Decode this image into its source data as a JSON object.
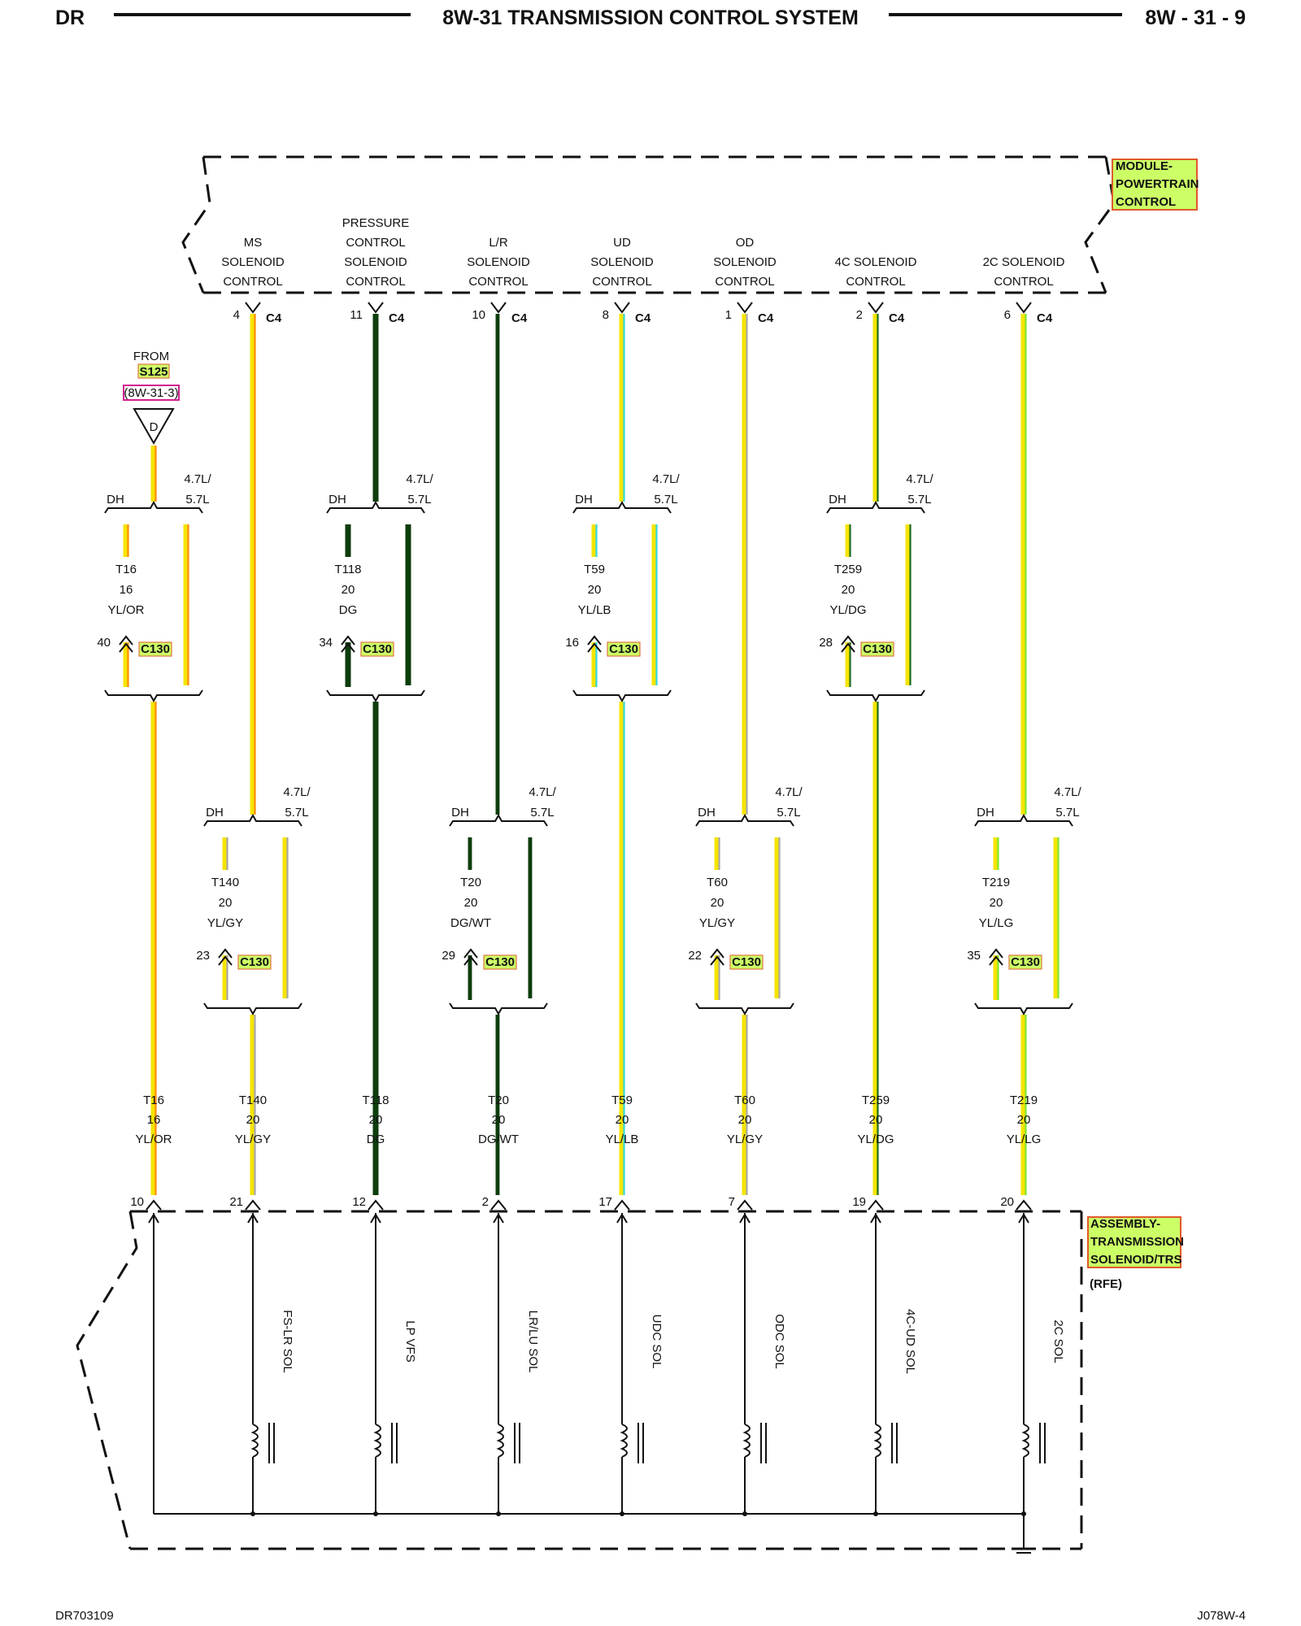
{
  "header": {
    "left": "DR",
    "title": "8W-31 TRANSMISSION CONTROL SYSTEM",
    "page": "8W - 31 - 9"
  },
  "footer": {
    "left": "DR703109",
    "right": "J078W-4"
  },
  "module": {
    "label": [
      "MODULE-",
      "POWERTRAIN",
      "CONTROL"
    ],
    "highlight_color": "#ccff66"
  },
  "assembly": {
    "label": [
      "ASSEMBLY-",
      "TRANSMISSION",
      "SOLENOID/TRS"
    ],
    "sub": "(RFE)",
    "highlight_color": "#ccff66"
  },
  "from_ref": {
    "from": "FROM",
    "splice": "S125",
    "page_ref": "(8W-31-3)",
    "triangle_letter": "D"
  },
  "connector_labels": {
    "pcm": "C4",
    "inline": "C130"
  },
  "branch_labels": {
    "dh": "DH",
    "engine_l1": "4.7L/",
    "engine_l2": "5.7L"
  },
  "circuits": [
    {
      "pcm_pin": "4",
      "fn": [
        "MS",
        "SOLENOID",
        "CONTROL"
      ],
      "wire": "T16",
      "gauge": "16",
      "color_code": "YL/OR",
      "c130_pin": "40",
      "trs_pin": "10",
      "sol": "",
      "color": "#f5e400",
      "tracer": "#ff8c00",
      "row": 1
    },
    {
      "pcm_pin": "11",
      "fn": [
        "PRESSURE",
        "CONTROL",
        "SOLENOID",
        "CONTROL"
      ],
      "wire": "T118",
      "gauge": "20",
      "color_code": "DG",
      "c130_pin": "34",
      "trs_pin": "12",
      "sol": "LP VFS",
      "color": "#0d3d0d",
      "tracer": "",
      "row": 1
    },
    {
      "pcm_pin": "10",
      "fn": [
        "L/R",
        "SOLENOID",
        "CONTROL"
      ],
      "wire": "T20",
      "gauge": "20",
      "color_code": "DG/WT",
      "c130_pin": "29",
      "trs_pin": "2",
      "sol": "LR/LU SOL",
      "color": "#0d3d0d",
      "tracer": "#ffffff",
      "row": 2
    },
    {
      "pcm_pin": "8",
      "fn": [
        "UD",
        "SOLENOID",
        "CONTROL"
      ],
      "wire": "T59",
      "gauge": "20",
      "color_code": "YL/LB",
      "c130_pin": "16",
      "trs_pin": "17",
      "sol": "UDC SOL",
      "color": "#f5e400",
      "tracer": "#33d6e0",
      "row": 1
    },
    {
      "pcm_pin": "1",
      "fn": [
        "OD",
        "SOLENOID",
        "CONTROL"
      ],
      "wire": "T60",
      "gauge": "20",
      "color_code": "YL/GY",
      "c130_pin": "22",
      "trs_pin": "7",
      "sol": "ODC SOL",
      "color": "#f5e400",
      "tracer": "#a8a8a8",
      "row": 2
    },
    {
      "pcm_pin": "2",
      "fn": [
        "4C SOLENOID",
        "CONTROL"
      ],
      "wire": "T259",
      "gauge": "20",
      "color_code": "YL/DG",
      "c130_pin": "28",
      "trs_pin": "19",
      "sol": "4C-UD SOL",
      "color": "#f5e400",
      "tracer": "#1d6e1d",
      "row": 1
    },
    {
      "pcm_pin": "6",
      "fn": [
        "2C SOLENOID",
        "CONTROL"
      ],
      "wire": "T219",
      "gauge": "20",
      "color_code": "YL/LG",
      "c130_pin": "35",
      "trs_pin": "20",
      "sol": "2C SOL",
      "color": "#f5e400",
      "tracer": "#7ee830",
      "row": 2
    }
  ],
  "extra_circuit": {
    "wire": "T140",
    "gauge": "20",
    "color_code": "YL/GY",
    "c130_pin": "23",
    "trs_pin": "21",
    "sol": "FS-LR SOL",
    "color": "#f5e400",
    "tracer": "#a8a8a8",
    "row": 2
  }
}
